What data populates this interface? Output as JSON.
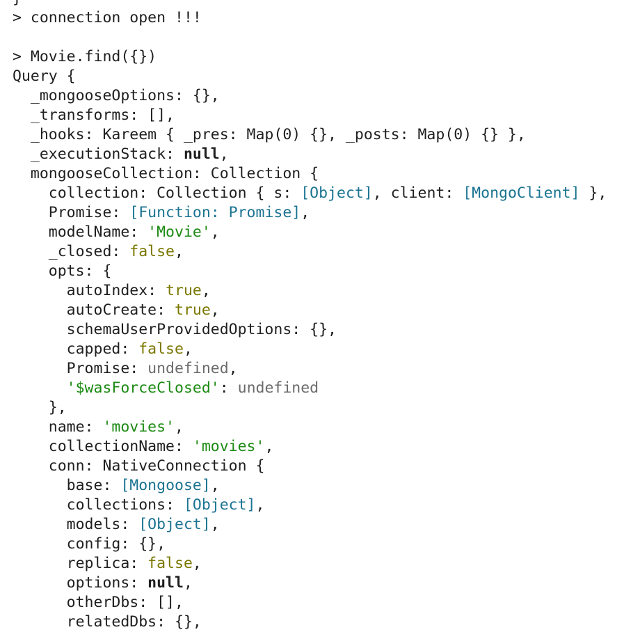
{
  "colors": {
    "plain": "#1f1f1f",
    "special": "#1a7391",
    "string": "#1b8a12",
    "bool": "#7a7700",
    "undefined": "#6b6b6b"
  },
  "lines": [
    [
      {
        "t": "}",
        "c": "plain"
      }
    ],
    [
      {
        "t": "> ",
        "c": "prompt"
      },
      {
        "t": "connection open !!!",
        "c": "plain"
      }
    ],
    [],
    [
      {
        "t": "> ",
        "c": "prompt"
      },
      {
        "t": "Movie.find({})",
        "c": "plain"
      }
    ],
    [
      {
        "t": "Query {",
        "c": "plain"
      }
    ],
    [
      {
        "t": "  _mongooseOptions: {},",
        "c": "plain"
      }
    ],
    [
      {
        "t": "  _transforms: [],",
        "c": "plain"
      }
    ],
    [
      {
        "t": "  _hooks: Kareem { _pres: Map(0) {}, _posts: Map(0) {} },",
        "c": "plain"
      }
    ],
    [
      {
        "t": "  _executionStack: ",
        "c": "plain"
      },
      {
        "t": "null",
        "c": "null"
      },
      {
        "t": ",",
        "c": "plain"
      }
    ],
    [
      {
        "t": "  mongooseCollection: Collection {",
        "c": "plain"
      }
    ],
    [
      {
        "t": "    collection: Collection { s: ",
        "c": "plain"
      },
      {
        "t": "[Object]",
        "c": "special"
      },
      {
        "t": ", client: ",
        "c": "plain"
      },
      {
        "t": "[MongoClient]",
        "c": "special"
      },
      {
        "t": " },",
        "c": "plain"
      }
    ],
    [
      {
        "t": "    Promise: ",
        "c": "plain"
      },
      {
        "t": "[Function: Promise]",
        "c": "special"
      },
      {
        "t": ",",
        "c": "plain"
      }
    ],
    [
      {
        "t": "    modelName: ",
        "c": "plain"
      },
      {
        "t": "'Movie'",
        "c": "string"
      },
      {
        "t": ",",
        "c": "plain"
      }
    ],
    [
      {
        "t": "    _closed: ",
        "c": "plain"
      },
      {
        "t": "false",
        "c": "bool"
      },
      {
        "t": ",",
        "c": "plain"
      }
    ],
    [
      {
        "t": "    opts: {",
        "c": "plain"
      }
    ],
    [
      {
        "t": "      autoIndex: ",
        "c": "plain"
      },
      {
        "t": "true",
        "c": "bool"
      },
      {
        "t": ",",
        "c": "plain"
      }
    ],
    [
      {
        "t": "      autoCreate: ",
        "c": "plain"
      },
      {
        "t": "true",
        "c": "bool"
      },
      {
        "t": ",",
        "c": "plain"
      }
    ],
    [
      {
        "t": "      schemaUserProvidedOptions: {},",
        "c": "plain"
      }
    ],
    [
      {
        "t": "      capped: ",
        "c": "plain"
      },
      {
        "t": "false",
        "c": "bool"
      },
      {
        "t": ",",
        "c": "plain"
      }
    ],
    [
      {
        "t": "      Promise: ",
        "c": "plain"
      },
      {
        "t": "undefined",
        "c": "undef"
      },
      {
        "t": ",",
        "c": "plain"
      }
    ],
    [
      {
        "t": "      ",
        "c": "plain"
      },
      {
        "t": "'$wasForceClosed'",
        "c": "string"
      },
      {
        "t": ": ",
        "c": "plain"
      },
      {
        "t": "undefined",
        "c": "undef"
      }
    ],
    [
      {
        "t": "    },",
        "c": "plain"
      }
    ],
    [
      {
        "t": "    name: ",
        "c": "plain"
      },
      {
        "t": "'movies'",
        "c": "string"
      },
      {
        "t": ",",
        "c": "plain"
      }
    ],
    [
      {
        "t": "    collectionName: ",
        "c": "plain"
      },
      {
        "t": "'movies'",
        "c": "string"
      },
      {
        "t": ",",
        "c": "plain"
      }
    ],
    [
      {
        "t": "    conn: NativeConnection {",
        "c": "plain"
      }
    ],
    [
      {
        "t": "      base: ",
        "c": "plain"
      },
      {
        "t": "[Mongoose]",
        "c": "special"
      },
      {
        "t": ",",
        "c": "plain"
      }
    ],
    [
      {
        "t": "      collections: ",
        "c": "plain"
      },
      {
        "t": "[Object]",
        "c": "special"
      },
      {
        "t": ",",
        "c": "plain"
      }
    ],
    [
      {
        "t": "      models: ",
        "c": "plain"
      },
      {
        "t": "[Object]",
        "c": "special"
      },
      {
        "t": ",",
        "c": "plain"
      }
    ],
    [
      {
        "t": "      config: {},",
        "c": "plain"
      }
    ],
    [
      {
        "t": "      replica: ",
        "c": "plain"
      },
      {
        "t": "false",
        "c": "bool"
      },
      {
        "t": ",",
        "c": "plain"
      }
    ],
    [
      {
        "t": "      options: ",
        "c": "plain"
      },
      {
        "t": "null",
        "c": "null"
      },
      {
        "t": ",",
        "c": "plain"
      }
    ],
    [
      {
        "t": "      otherDbs: [],",
        "c": "plain"
      }
    ],
    [
      {
        "t": "      relatedDbs: {},",
        "c": "plain"
      }
    ]
  ]
}
